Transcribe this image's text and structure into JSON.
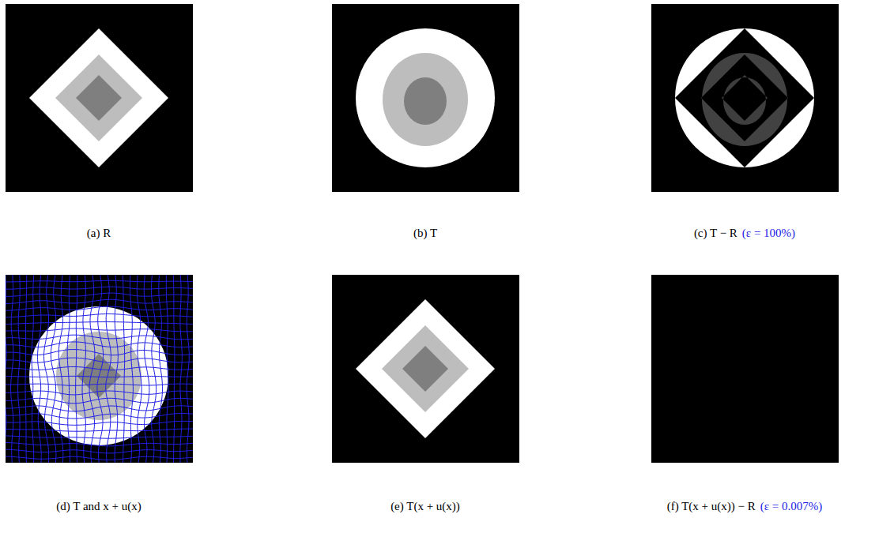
{
  "diagram": {
    "labels": [
      "(a) R",
      "(b) T",
      "(c) T − R",
      "(ε = 100%)",
      "(d) T and x + u(x)",
      "(e) T(x + u(x))",
      "(f) T(x + u(x)) − R",
      "(ε = 0.007%)"
    ]
  }
}
